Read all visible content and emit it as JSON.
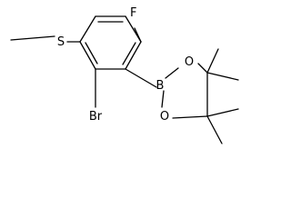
{
  "molecule": {
    "atoms": {
      "fluorine": "F",
      "sulfur": "S",
      "bromine": "Br",
      "boron": "B",
      "oxygen_upper": "O",
      "oxygen_lower": "O"
    }
  },
  "colors": {
    "bond": "#000000",
    "label": "#000000",
    "background": "#ffffff"
  }
}
